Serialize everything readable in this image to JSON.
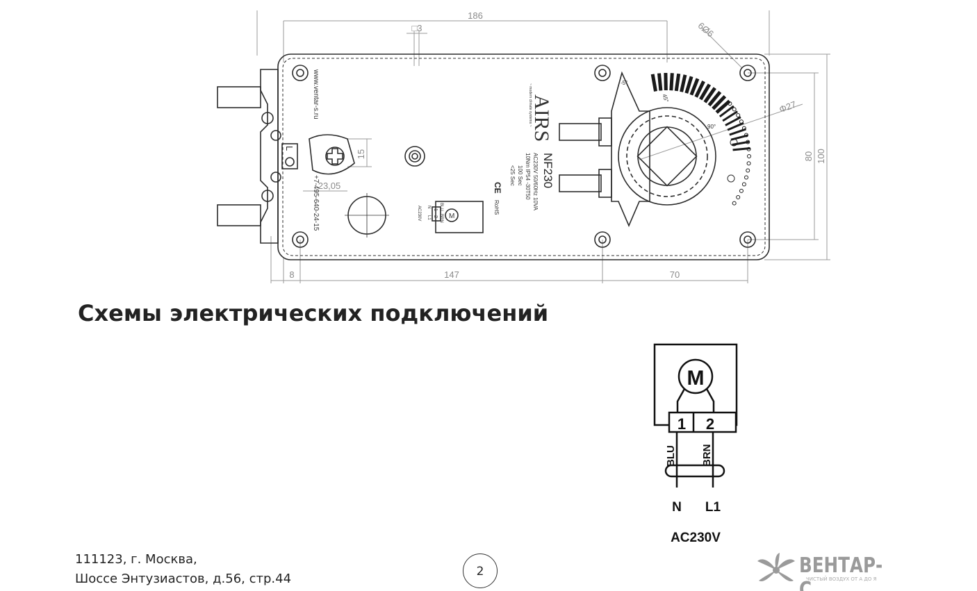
{
  "drawing": {
    "dims": {
      "width_total": "186",
      "slot": "□3",
      "holes": "6Ø6",
      "shaft_dia": "Φ27",
      "height_inner": "80",
      "height_outer": "100",
      "left_offset": "8",
      "center_span": "147",
      "right_span": "70",
      "handle_height": "15",
      "handle_offset": "23,05"
    },
    "plate": {
      "model": "NF230",
      "power": "AC230V 50/60Hz 10VA",
      "torque": "10Nm IP54 -30T50",
      "run_time": "100 Sec",
      "spring_time": "<25 Sec",
      "ce": "CE",
      "rohs": "RoHS",
      "brand_logo": "AIRS",
      "brand_sub": "~ modern climate systems ~",
      "website": "www.ventar-s.ru",
      "phone": "+7-495-640-24-15",
      "scale_min": "-5°",
      "scale_mid": "45°",
      "scale_max": "90°",
      "terminal_label": "L",
      "mini_blu": "BLU",
      "mini_brn": "BRN",
      "mini_n": "N",
      "mini_l1": "L1",
      "mini_ac": "AC230V",
      "mini_t1": "1",
      "mini_t2": "2",
      "mini_m": "M"
    }
  },
  "section": {
    "heading": "Схемы электрических подключений"
  },
  "wiring": {
    "motor": "M",
    "terminal_1": "1",
    "terminal_2": "2",
    "wire_1": "BLU",
    "wire_2": "BRN",
    "neutral": "N",
    "line": "L1",
    "supply": "AC230V"
  },
  "footer": {
    "address_line1": "111123, г. Москва,",
    "address_line2": "Шоссе Энтузиастов, д.56, стр.44",
    "page_number": "2",
    "brand_name": "ВЕНТАР-С",
    "brand_tagline": "ЧИСТЫЙ ВОЗДУХ ОТ А ДО Я"
  },
  "colors": {
    "line": "#2b2b2b",
    "dim": "#8a8a8a",
    "brand_grey": "#9a9a9a"
  }
}
